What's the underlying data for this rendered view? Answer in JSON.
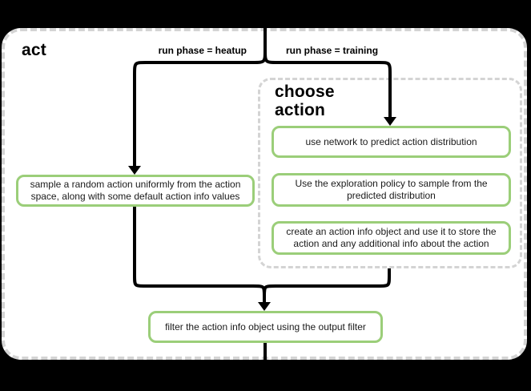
{
  "frame": {
    "title": "act"
  },
  "edge_labels": {
    "heatup": "run phase = heatup",
    "training": "run phase = training"
  },
  "choose_action_group": {
    "title": "choose action"
  },
  "nodes": {
    "sample_random": "sample a random action uniformly from the action space, along with some default action info values",
    "use_network": "use network to predict action distribution",
    "exploration_policy": "Use the exploration policy to sample from the predicted distribution",
    "create_action_info": "create an action info object and use it to store the action and any additional info about the action",
    "filter_output": "filter the action info object using the output filter"
  },
  "colors": {
    "page_bg": "#000000",
    "frame_bg": "#ffffff",
    "group_border": "#d4d4d4",
    "node_border": "#9bce79",
    "edge": "#000000",
    "text": "#1a1a1a"
  }
}
